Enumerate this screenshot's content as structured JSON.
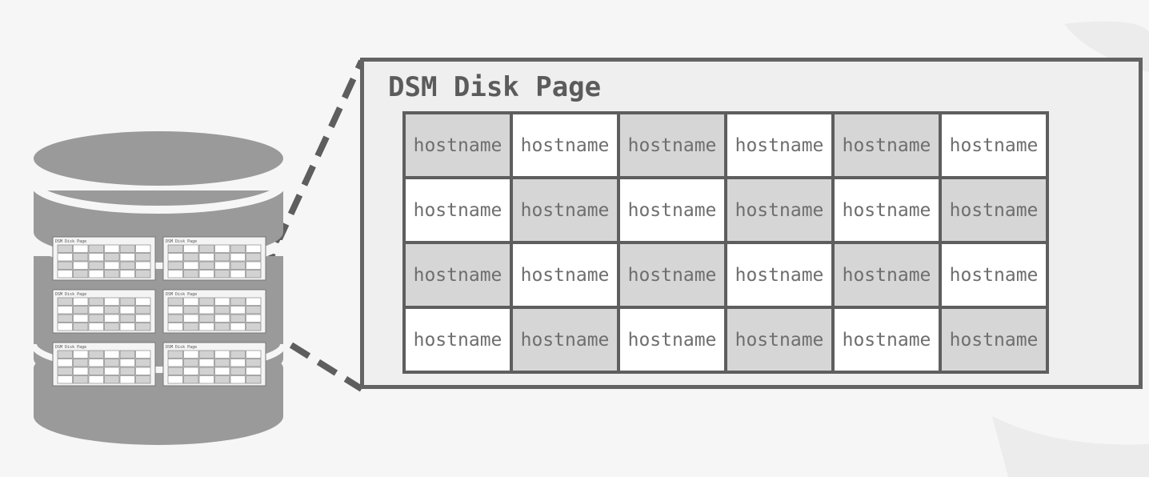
{
  "page": {
    "title": "DSM Disk Page"
  },
  "grid": {
    "rows": [
      [
        "hostname",
        "hostname",
        "hostname",
        "hostname",
        "hostname",
        "hostname"
      ],
      [
        "hostname",
        "hostname",
        "hostname",
        "hostname",
        "hostname",
        "hostname"
      ],
      [
        "hostname",
        "hostname",
        "hostname",
        "hostname",
        "hostname",
        "hostname"
      ],
      [
        "hostname",
        "hostname",
        "hostname",
        "hostname",
        "hostname",
        "hostname"
      ]
    ]
  },
  "database": {
    "mini_page_label": "DSM Disk Page"
  },
  "colors": {
    "shaded_cell": "#d6d6d6",
    "plain_cell": "#ffffff",
    "border": "#5e5e5e",
    "cylinder": "#9a9a9a"
  }
}
